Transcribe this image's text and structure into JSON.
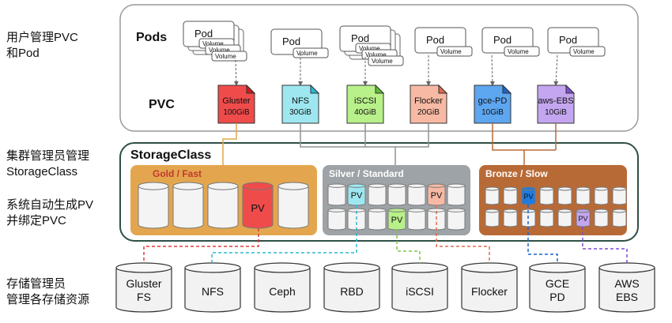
{
  "side_labels": {
    "user_mgmt": "用户管理PVC\n和Pod",
    "cluster_admin": "集群管理员管理\nStorageClass",
    "auto_gen": "系统自动生成PV\n并绑定PVC",
    "storage_admin": "存储管理员\n管理各存储资源"
  },
  "sections": {
    "pods": "Pods",
    "pvc": "PVC",
    "storage_class": "StorageClass"
  },
  "pod_label": "Pod",
  "volume_label": "Volume",
  "pvcs": [
    {
      "name": "Gluster",
      "size": "100GiB",
      "color": "#f04b4b",
      "corner": "#c81e1e"
    },
    {
      "name": "NFS",
      "size": "30GiB",
      "color": "#9ee7f0",
      "corner": "#2bb7d4"
    },
    {
      "name": "iSCSI",
      "size": "40GiB",
      "color": "#b8f08a",
      "corner": "#5fbf2e"
    },
    {
      "name": "Flocker",
      "size": "20GiB",
      "color": "#f7b9a4",
      "corner": "#e06a4c"
    },
    {
      "name": "gce-PD",
      "size": "10GiB",
      "color": "#5da6f0",
      "corner": "#1d63c8"
    },
    {
      "name": "aws-EBS",
      "size": "10GiB",
      "color": "#c4a6f0",
      "corner": "#7d4fd0"
    }
  ],
  "classes": [
    {
      "name": "Gold / Fast",
      "color": "#e3a64f",
      "text_color": "#c0392b"
    },
    {
      "name": "Silver / Standard",
      "color": "#9da3a6",
      "text_color": "#ffffff"
    },
    {
      "name": "Bronze / Slow",
      "color": "#b86a36",
      "text_color": "#ffffff"
    }
  ],
  "pv_label": "PV",
  "backends": [
    {
      "line1": "Gluster",
      "line2": "FS"
    },
    {
      "line1": "NFS",
      "line2": ""
    },
    {
      "line1": "Ceph",
      "line2": ""
    },
    {
      "line1": "RBD",
      "line2": ""
    },
    {
      "line1": "iSCSI",
      "line2": ""
    },
    {
      "line1": "Flocker",
      "line2": ""
    },
    {
      "line1": "GCE",
      "line2": "PD"
    },
    {
      "line1": "AWS",
      "line2": "EBS"
    }
  ]
}
